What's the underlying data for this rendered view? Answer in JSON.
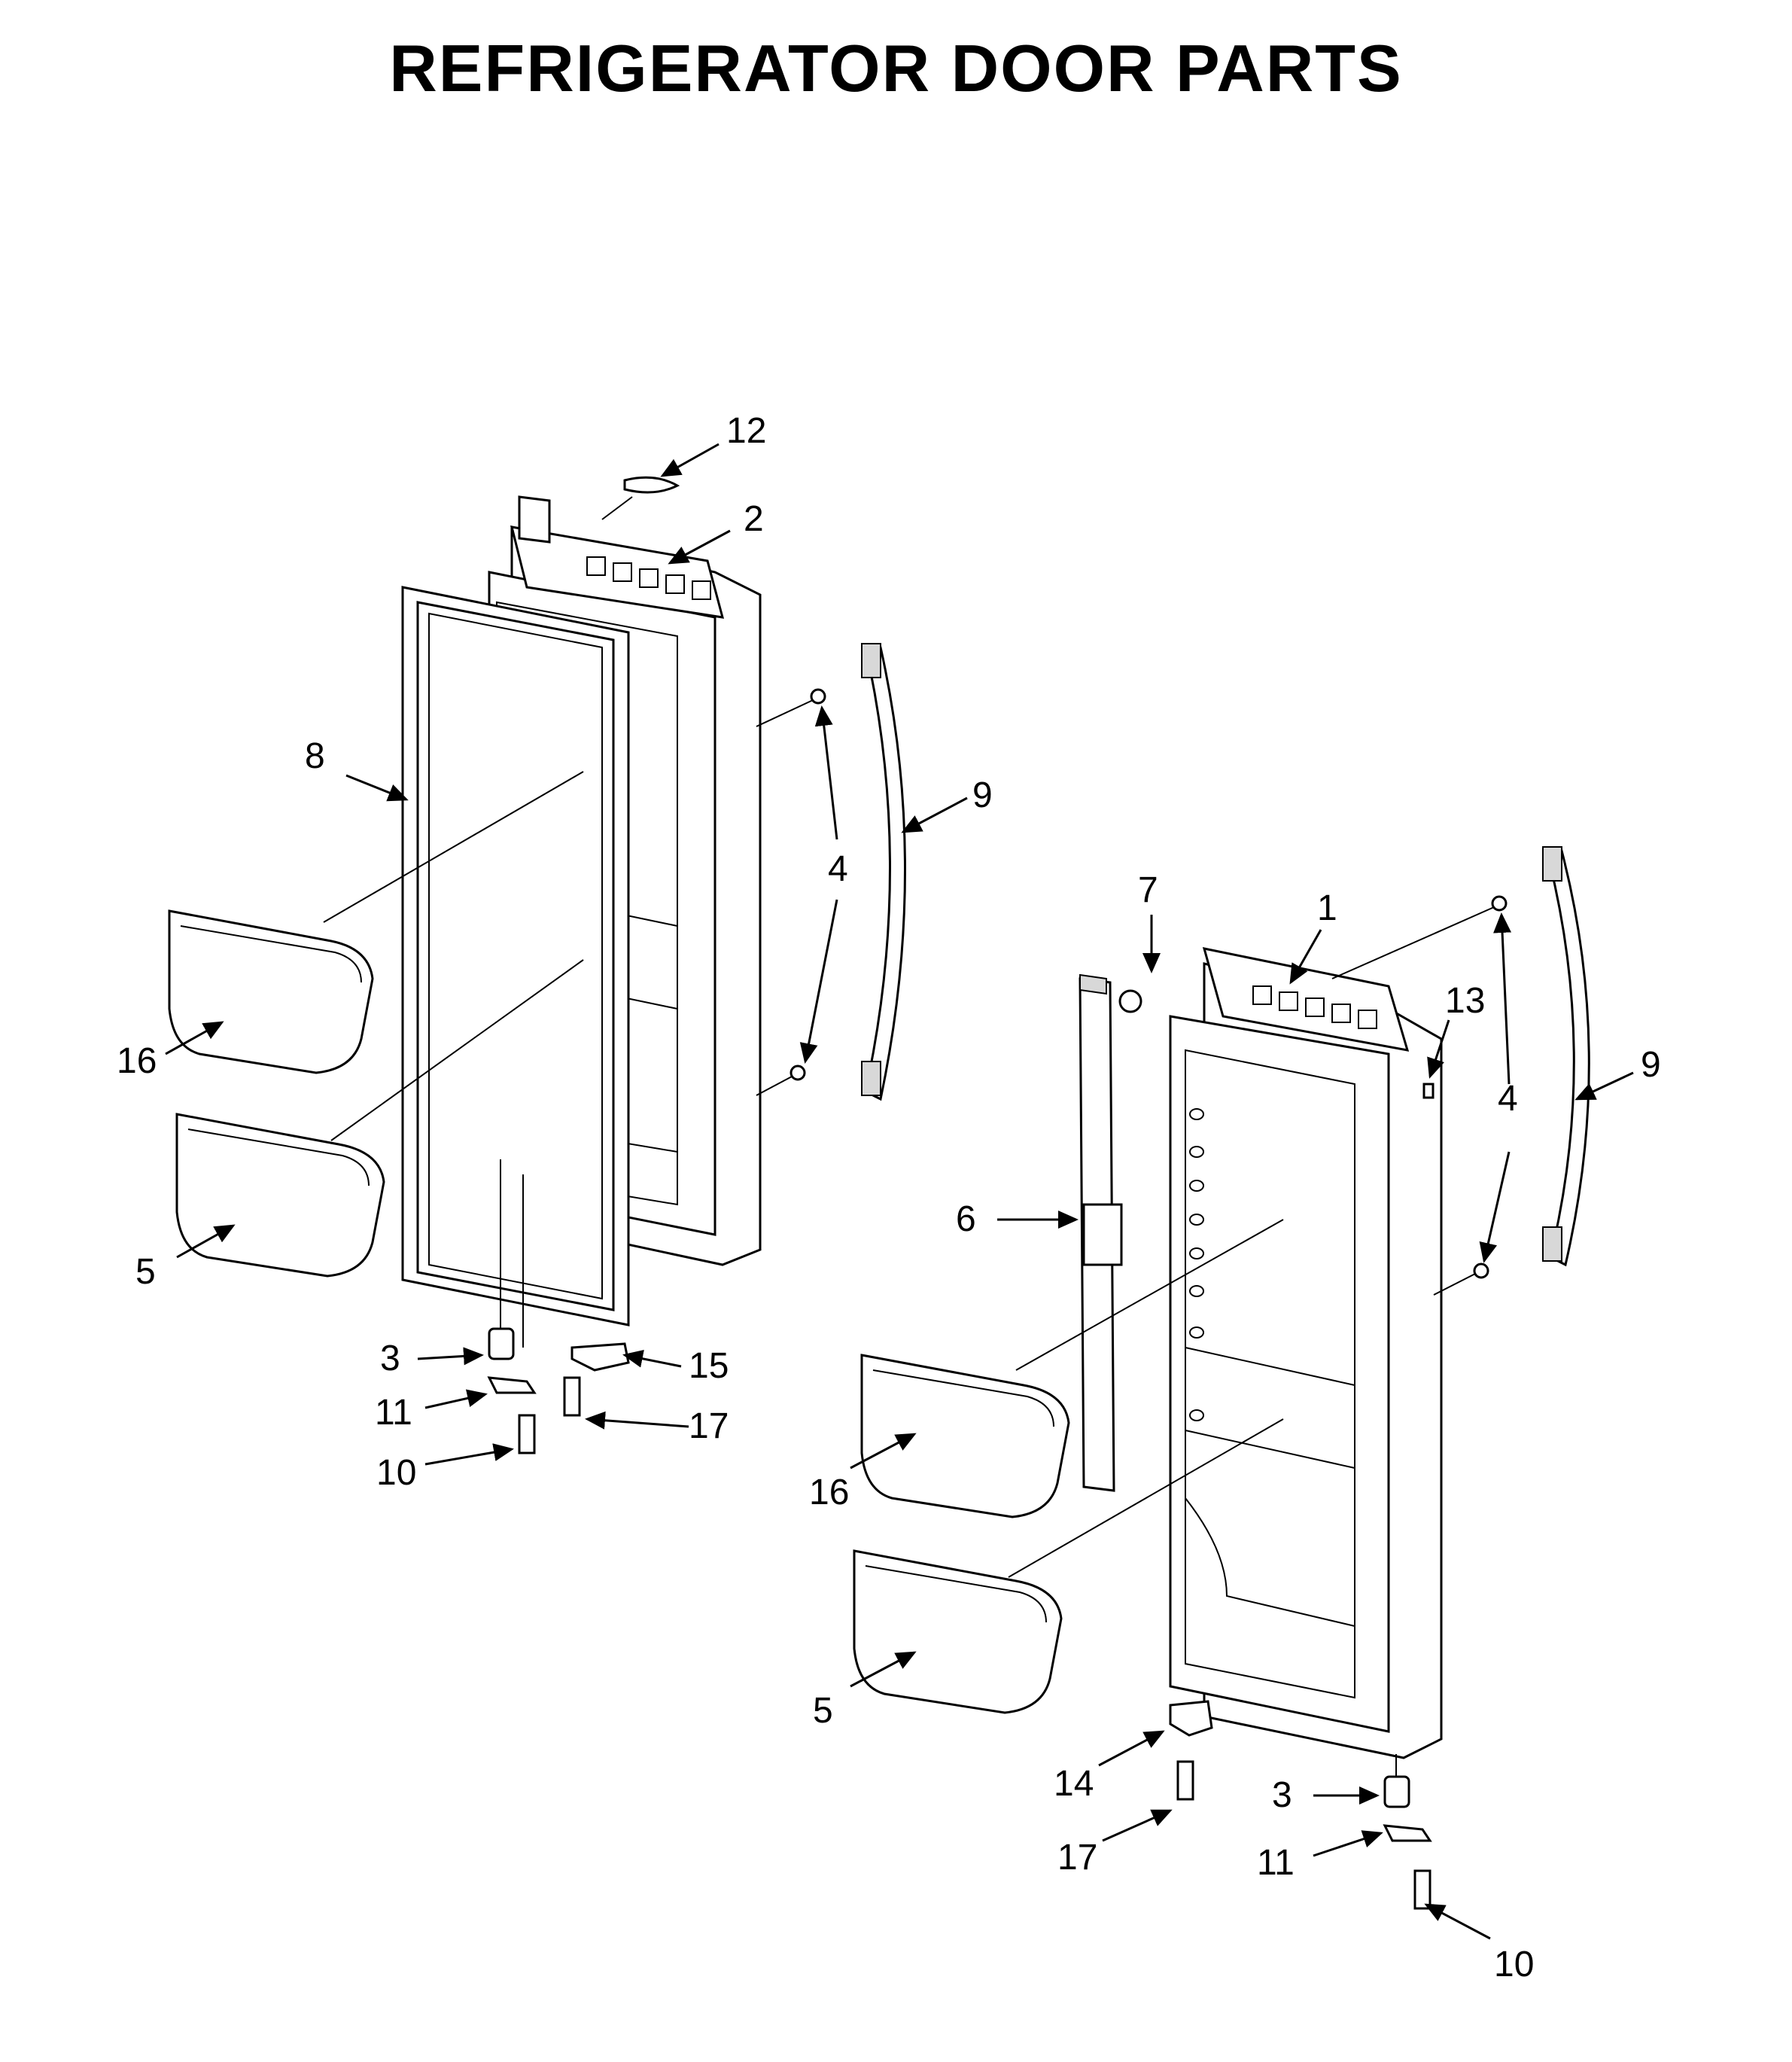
{
  "title": "REFRIGERATOR DOOR PARTS",
  "callouts": [
    {
      "id": "c12",
      "label": "12"
    },
    {
      "id": "c2",
      "label": "2"
    },
    {
      "id": "c8",
      "label": "8"
    },
    {
      "id": "c9a",
      "label": "9"
    },
    {
      "id": "c4a",
      "label": "4"
    },
    {
      "id": "c16a",
      "label": "16"
    },
    {
      "id": "c5a",
      "label": "5"
    },
    {
      "id": "c3a",
      "label": "3"
    },
    {
      "id": "c15",
      "label": "15"
    },
    {
      "id": "c11a",
      "label": "11"
    },
    {
      "id": "c17a",
      "label": "17"
    },
    {
      "id": "c10a",
      "label": "10"
    },
    {
      "id": "c7",
      "label": "7"
    },
    {
      "id": "c1",
      "label": "1"
    },
    {
      "id": "c13",
      "label": "13"
    },
    {
      "id": "c9b",
      "label": "9"
    },
    {
      "id": "c4b",
      "label": "4"
    },
    {
      "id": "c6",
      "label": "6"
    },
    {
      "id": "c16b",
      "label": "16"
    },
    {
      "id": "c5b",
      "label": "5"
    },
    {
      "id": "c14",
      "label": "14"
    },
    {
      "id": "c3b",
      "label": "3"
    },
    {
      "id": "c17b",
      "label": "17"
    },
    {
      "id": "c11b",
      "label": "11"
    },
    {
      "id": "c10b",
      "label": "10"
    }
  ]
}
